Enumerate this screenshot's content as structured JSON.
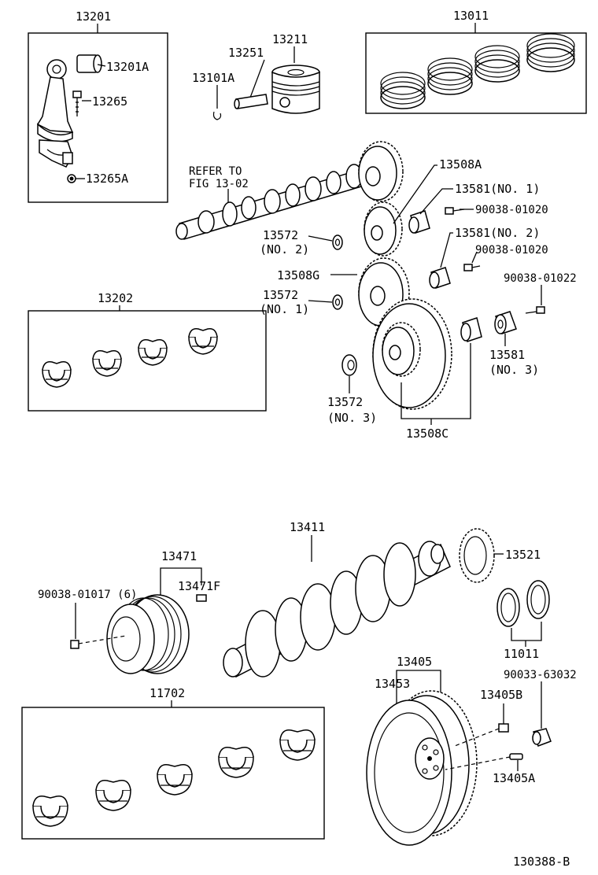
{
  "labels": {
    "p13201": "13201",
    "p13201A": "13201A",
    "p13265": "13265",
    "p13265A": "13265A",
    "p13211": "13211",
    "p13251": "13251",
    "p13101A": "13101A",
    "p13011": "13011",
    "refer_line1": "REFER TO",
    "refer_line2": "FIG 13-02",
    "p13508A": "13508A",
    "p13581_no1": "13581(NO. 1)",
    "p90038_01020_a": "90038-01020",
    "p13572_a": "13572",
    "no2_a": "(NO. 2)",
    "p13581_no2": "13581(NO. 2)",
    "p90038_01020_b": "90038-01020",
    "p13508G": "13508G",
    "p90038_01022": "90038-01022",
    "p13572_b": "13572",
    "no1_b": "(NO. 1)",
    "p13581_c": "13581",
    "no3_c": "(NO. 3)",
    "p13572_c": "13572",
    "no3_d": "(NO. 3)",
    "p13508C": "13508C",
    "p13202": "13202",
    "p13411": "13411",
    "p13521": "13521",
    "p13471": "13471",
    "p13471F": "13471F",
    "p90038_01017": "90038-01017 (6)",
    "p11011": "11011",
    "p13405": "13405",
    "p13453": "13453",
    "p90033_63032": "90033-63032",
    "p13405B": "13405B",
    "p11702": "11702",
    "p13405A": "13405A",
    "figure_id": "130388-B"
  }
}
